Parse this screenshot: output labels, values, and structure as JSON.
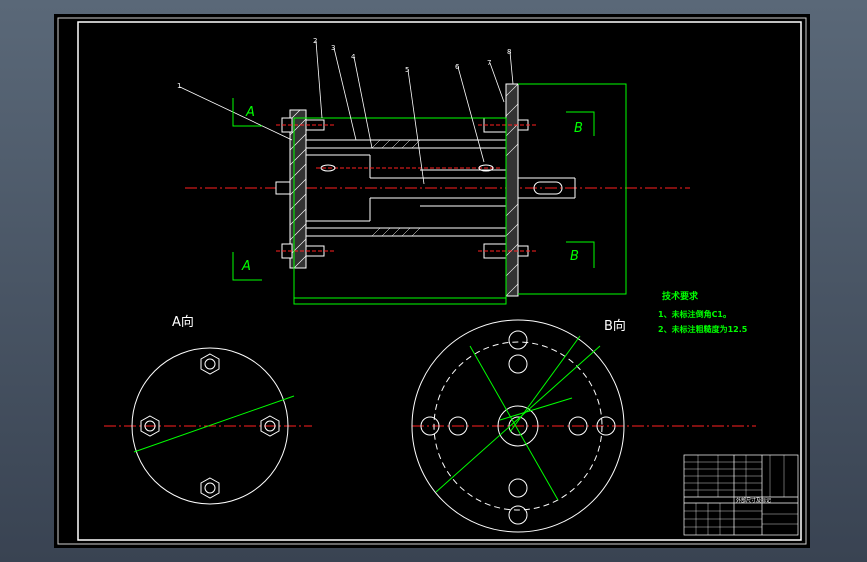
{
  "colors": {
    "background": "#000000",
    "outer_frame": "#c8c8c8",
    "drawing": "#ffffff",
    "dimension": "#00ff00",
    "centerline": "#ff0000"
  },
  "labels": {
    "section_a": "A",
    "section_b": "B",
    "view_a": "A向",
    "view_b": "B向"
  },
  "part_numbers": [
    "1",
    "2",
    "3",
    "4",
    "5",
    "6",
    "7",
    "8"
  ],
  "notes": {
    "title": "技术要求",
    "line1": "1、未标注倒角C1。",
    "line2": "2、未标注粗糙度为12.5"
  },
  "title_block": {
    "cell_text": "外部尺寸及标记"
  }
}
